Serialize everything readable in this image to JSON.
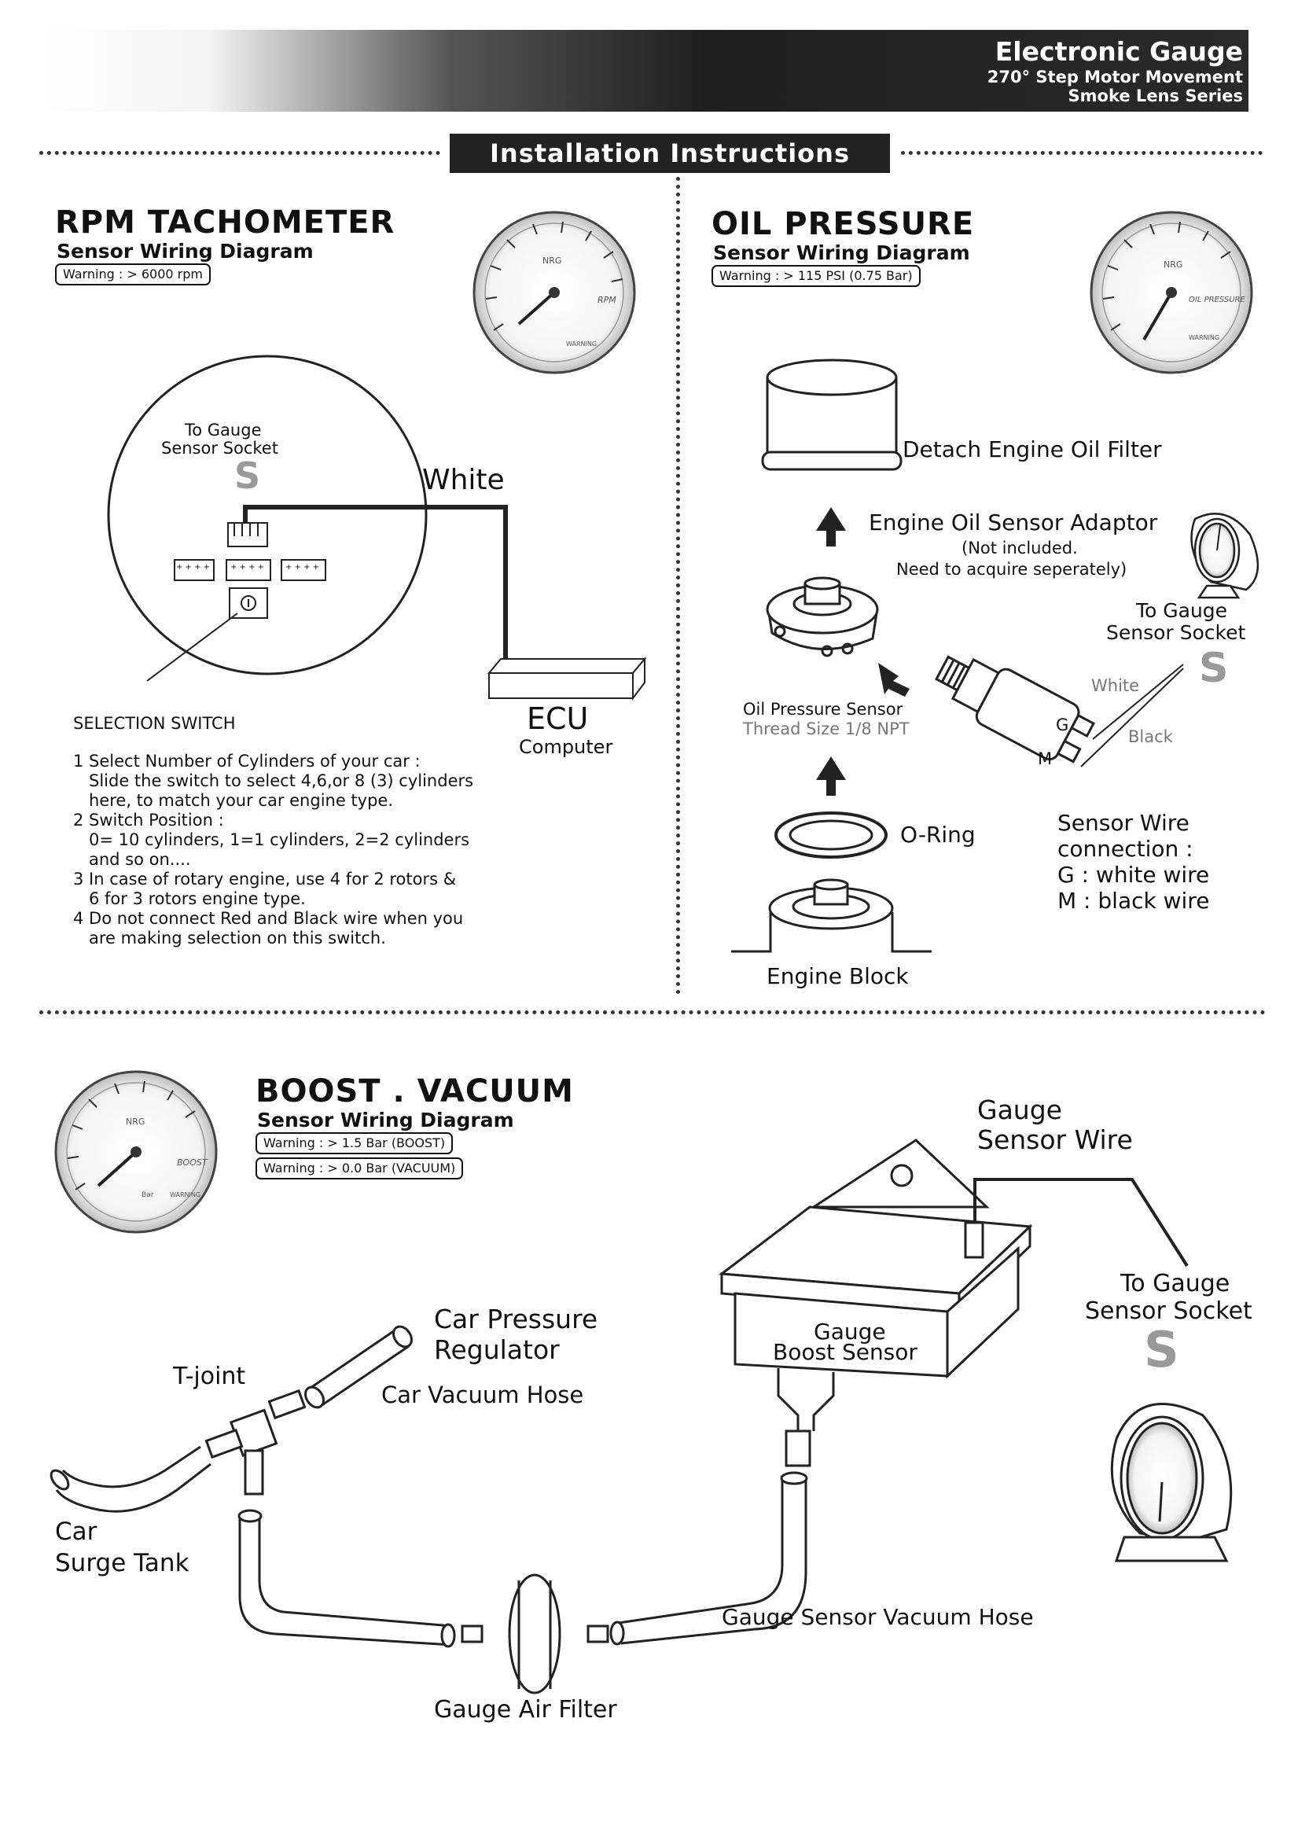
{
  "header": {
    "title": "Electronic Gauge",
    "subtitle_1": "270° Step Motor Movement",
    "subtitle_2": "Smoke Lens Series",
    "section_banner": "Installation Instructions"
  },
  "rpm": {
    "title": "RPM TACHOMETER",
    "subtitle": "Sensor Wiring Diagram",
    "warning": "Warning : > 6000 rpm",
    "to_gauge": "To Gauge",
    "sensor_socket": "Sensor Socket",
    "s_glyph": "S",
    "wire_label": "White",
    "ecu_label": "ECU",
    "computer_label": "Computer",
    "selection_switch": "SELECTION SWITCH",
    "instructions": [
      "1  Select Number of Cylinders of your car :",
      "    Slide the switch to select 4,6,or 8 (3) cylinders",
      "    here, to match your car engine type.",
      "2  Switch Position :",
      "    0= 10 cylinders,  1=1 cylinders,  2=2 cylinders",
      "    and so on....",
      "3  In case of rotary engine, use 4 for 2 rotors &",
      "    6 for 3 rotors engine type.",
      "4  Do not connect Red and Black wire when you",
      "    are making selection on this switch."
    ],
    "connector_labels": [
      "+ + + +",
      "+ + + +",
      "+ + + +"
    ]
  },
  "oil": {
    "title": "OIL PRESSURE",
    "subtitle": "Sensor Wiring Diagram",
    "warning": "Warning : > 115 PSI (0.75 Bar)",
    "detach_filter": "Detach Engine Oil Filter",
    "adaptor": "Engine Oil Sensor Adaptor",
    "adaptor_note_1": "(Not included.",
    "adaptor_note_2": "Need to acquire seperately)",
    "to_gauge": "To Gauge",
    "sensor_socket": "Sensor Socket",
    "s_glyph": "S",
    "white": "White",
    "black": "Black",
    "g": "G",
    "m": "M",
    "sensor_name": "Oil Pressure Sensor",
    "thread_size": "Thread Size 1/8 NPT",
    "o_ring": "O-Ring",
    "engine_block": "Engine Block",
    "wire_conn_1": "Sensor Wire",
    "wire_conn_2": "connection :",
    "wire_conn_3": "G : white wire",
    "wire_conn_4": "M : black wire"
  },
  "boost": {
    "title": "BOOST . VACUUM",
    "subtitle": "Sensor Wiring Diagram",
    "warning_boost": "Warning : > 1.5 Bar (BOOST)",
    "warning_vacuum": "Warning : > 0.0 Bar (VACUUM)",
    "gauge_sensor_wire_1": "Gauge",
    "gauge_sensor_wire_2": "Sensor Wire",
    "to_gauge": "To Gauge",
    "sensor_socket": "Sensor Socket",
    "s_glyph": "S",
    "boost_sensor_1": "Gauge",
    "boost_sensor_2": "Boost Sensor",
    "regulator_1": "Car Pressure",
    "regulator_2": "Regulator",
    "t_joint": "T-joint",
    "vacuum_hose": "Car Vacuum Hose",
    "surge_tank_1": "Car",
    "surge_tank_2": "Surge Tank",
    "sensor_vacuum_hose": "Gauge Sensor Vacuum Hose",
    "air_filter": "Gauge Air Filter"
  },
  "gauges": {
    "rpm": {
      "brand": "NRG",
      "type": "RPM",
      "warning": "WARNING"
    },
    "oil": {
      "brand": "NRG",
      "type": "OIL PRESSURE",
      "warning": "WARNING"
    },
    "boost": {
      "brand": "NRG",
      "type": "BOOST",
      "unit": "Bar",
      "warning": "WARNING"
    }
  }
}
